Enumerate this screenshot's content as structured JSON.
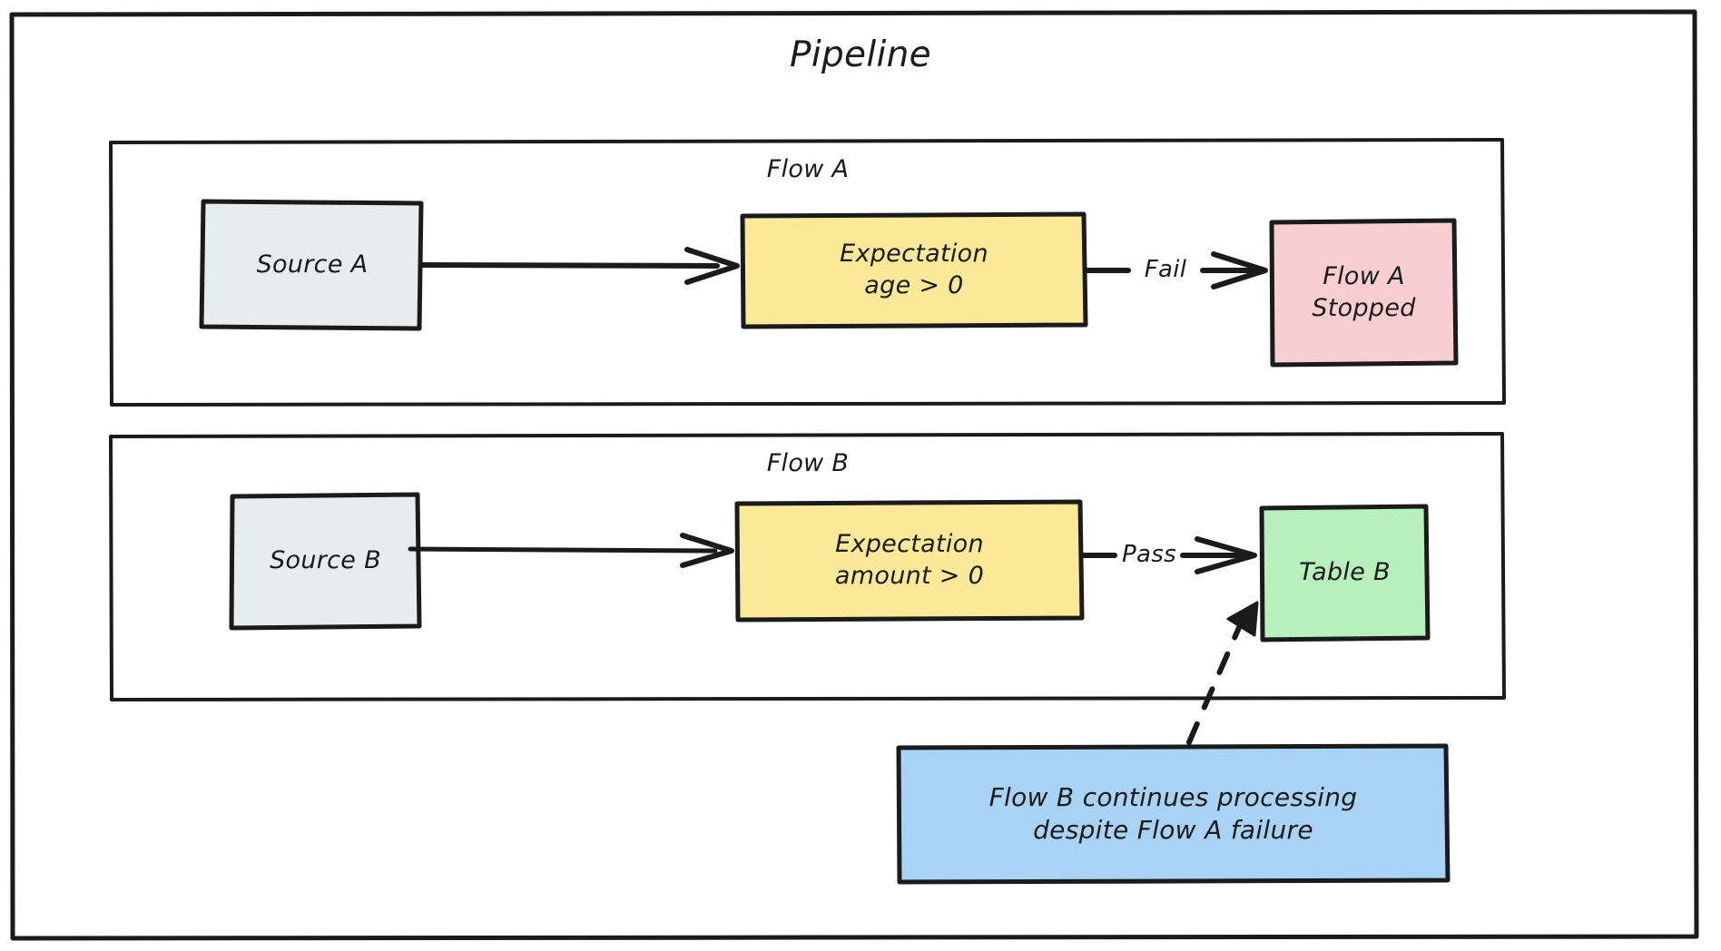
{
  "diagram": {
    "title": "Pipeline",
    "style": {
      "stroke": "#1b1b1b",
      "background": "#ffffff",
      "source_fill": "#e7ecef",
      "expectation_fill": "#fbe99a",
      "stopped_fill": "#f8ced1",
      "table_fill": "#b7efbd",
      "note_fill": "#a9d3f5"
    },
    "containers": [
      {
        "id": "pipeline",
        "name": "pipeline-container",
        "label": "Pipeline"
      },
      {
        "id": "flow-a",
        "name": "flow-a-container",
        "label": "Flow A"
      },
      {
        "id": "flow-b",
        "name": "flow-b-container",
        "label": "Flow B"
      }
    ],
    "nodes": [
      {
        "id": "source-a",
        "name": "source-a-node",
        "label": "Source A",
        "fill": "#e7ecef",
        "shape": "rect",
        "group": "flow-a"
      },
      {
        "id": "expectation-a",
        "name": "expectation-a-node",
        "label": "Expectation\nage > 0",
        "line1": "Expectation",
        "line2": "age > 0",
        "fill": "#fbe99a",
        "shape": "rect",
        "group": "flow-a"
      },
      {
        "id": "flow-a-stopped",
        "name": "flow-a-stopped-node",
        "label": "Flow A\nStopped",
        "line1": "Flow A",
        "line2": "Stopped",
        "fill": "#f8ced1",
        "shape": "rect",
        "group": "flow-a"
      },
      {
        "id": "source-b",
        "name": "source-b-node",
        "label": "Source B",
        "fill": "#e7ecef",
        "shape": "rect",
        "group": "flow-b"
      },
      {
        "id": "expectation-b",
        "name": "expectation-b-node",
        "label": "Expectation\namount > 0",
        "line1": "Expectation",
        "line2": "amount > 0",
        "fill": "#fbe99a",
        "shape": "rect",
        "group": "flow-b"
      },
      {
        "id": "table-b",
        "name": "table-b-node",
        "label": "Table B",
        "fill": "#b7efbd",
        "shape": "rect",
        "group": "flow-b"
      },
      {
        "id": "note",
        "name": "annotation-note",
        "label": "Flow B continues processing\ndespite Flow A failure",
        "line1": "Flow B continues processing",
        "line2": "despite Flow A failure",
        "fill": "#a9d3f5",
        "shape": "rect",
        "group": "pipeline"
      }
    ],
    "edges": [
      {
        "id": "e1",
        "name": "edge-source-a-to-expectation-a",
        "from": "source-a",
        "to": "expectation-a",
        "label": "",
        "style": "solid"
      },
      {
        "id": "e2",
        "name": "edge-expectation-a-to-flow-a-stopped",
        "from": "expectation-a",
        "to": "flow-a-stopped",
        "label": "Fail",
        "style": "solid"
      },
      {
        "id": "e3",
        "name": "edge-source-b-to-expectation-b",
        "from": "source-b",
        "to": "expectation-b",
        "label": "",
        "style": "solid"
      },
      {
        "id": "e4",
        "name": "edge-expectation-b-to-table-b",
        "from": "expectation-b",
        "to": "table-b",
        "label": "Pass",
        "style": "solid"
      },
      {
        "id": "e5",
        "name": "edge-note-to-table-b",
        "from": "note",
        "to": "table-b",
        "label": "",
        "style": "dashed"
      }
    ]
  }
}
